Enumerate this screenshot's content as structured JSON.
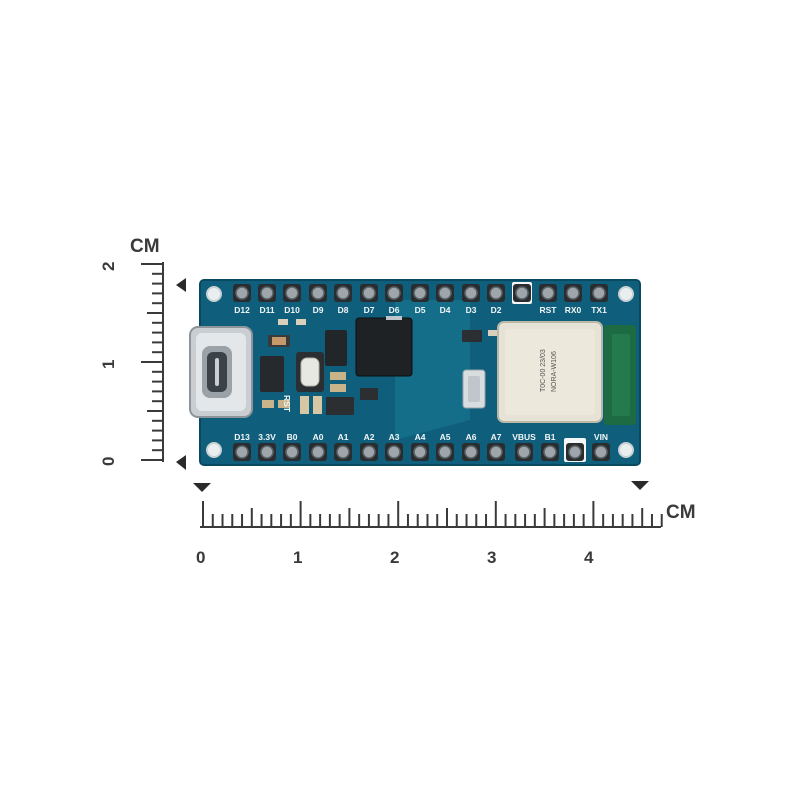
{
  "ruler": {
    "unit_vertical": "CM",
    "unit_horizontal": "CM",
    "vertical_labels": [
      "2",
      "1",
      "0"
    ],
    "horizontal_labels": [
      "0",
      "1",
      "2",
      "3",
      "4"
    ]
  },
  "board": {
    "top_pins": [
      "D12",
      "D11",
      "D10",
      "D9",
      "D8",
      "D7",
      "D6",
      "D5",
      "D4",
      "D3",
      "D2",
      "RST",
      "RX0",
      "TX1"
    ],
    "bottom_pins": [
      "D13",
      "3.3V",
      "B0",
      "A0",
      "A1",
      "A2",
      "A3",
      "A4",
      "A5",
      "A6",
      "A7",
      "VBUS",
      "B1",
      "VIN"
    ],
    "button_label": "RST",
    "module_text_line1": "T0C-00 23/03",
    "module_text_line2": "NORA-W106"
  },
  "colors": {
    "pcb": "#0f5f7c",
    "pcb_light": "#1a7893",
    "module_shield": "#e6e2d6",
    "antenna": "#1d6b43",
    "ruler_ink": "#3a3a3a"
  }
}
